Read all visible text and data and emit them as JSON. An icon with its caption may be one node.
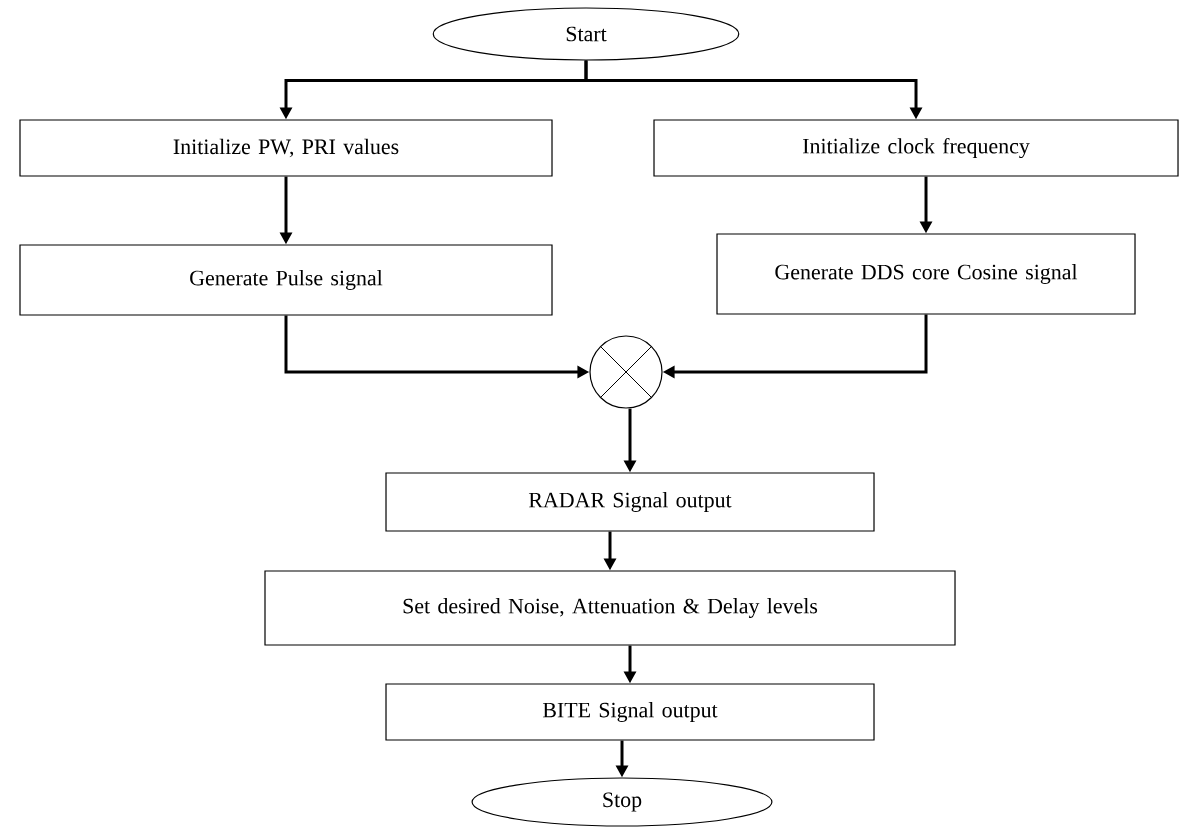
{
  "diagram": {
    "nodes": [
      {
        "text": [
          "Start"
        ]
      },
      {
        "text": [
          "Initialize PW, PRI values"
        ]
      },
      {
        "text": [
          "Initialize clock frequency"
        ]
      },
      {
        "text": [
          "Generate Pulse signal"
        ]
      },
      {
        "text": [
          "Generate DDS core Cosine signal"
        ]
      },
      {
        "text": [],
        "shape": "circle"
      },
      {
        "text": [
          "RADAR Signal output"
        ]
      },
      {
        "text": [
          "Set desired Noise, Attenuation & Delay levels"
        ]
      },
      {
        "text": [
          "BITE Signal output"
        ]
      },
      {
        "text": [
          "Stop"
        ]
      }
    ],
    "edges": [
      {
        "from": 0,
        "to": 1,
        "arrow": "to"
      },
      {
        "from": 0,
        "to": 2,
        "arrow": "to"
      },
      {
        "from": 1,
        "to": 3,
        "arrow": "to"
      },
      {
        "from": 2,
        "to": 4,
        "arrow": "to"
      },
      {
        "from": 3,
        "to": 5,
        "arrow": "to"
      },
      {
        "from": 4,
        "to": 5,
        "arrow": "to"
      },
      {
        "from": 5,
        "to": 6,
        "arrow": "to"
      },
      {
        "from": 6,
        "to": 7,
        "arrow": "to"
      },
      {
        "from": 7,
        "to": 8,
        "arrow": "to"
      },
      {
        "from": 8,
        "to": 9,
        "arrow": "to"
      }
    ]
  }
}
